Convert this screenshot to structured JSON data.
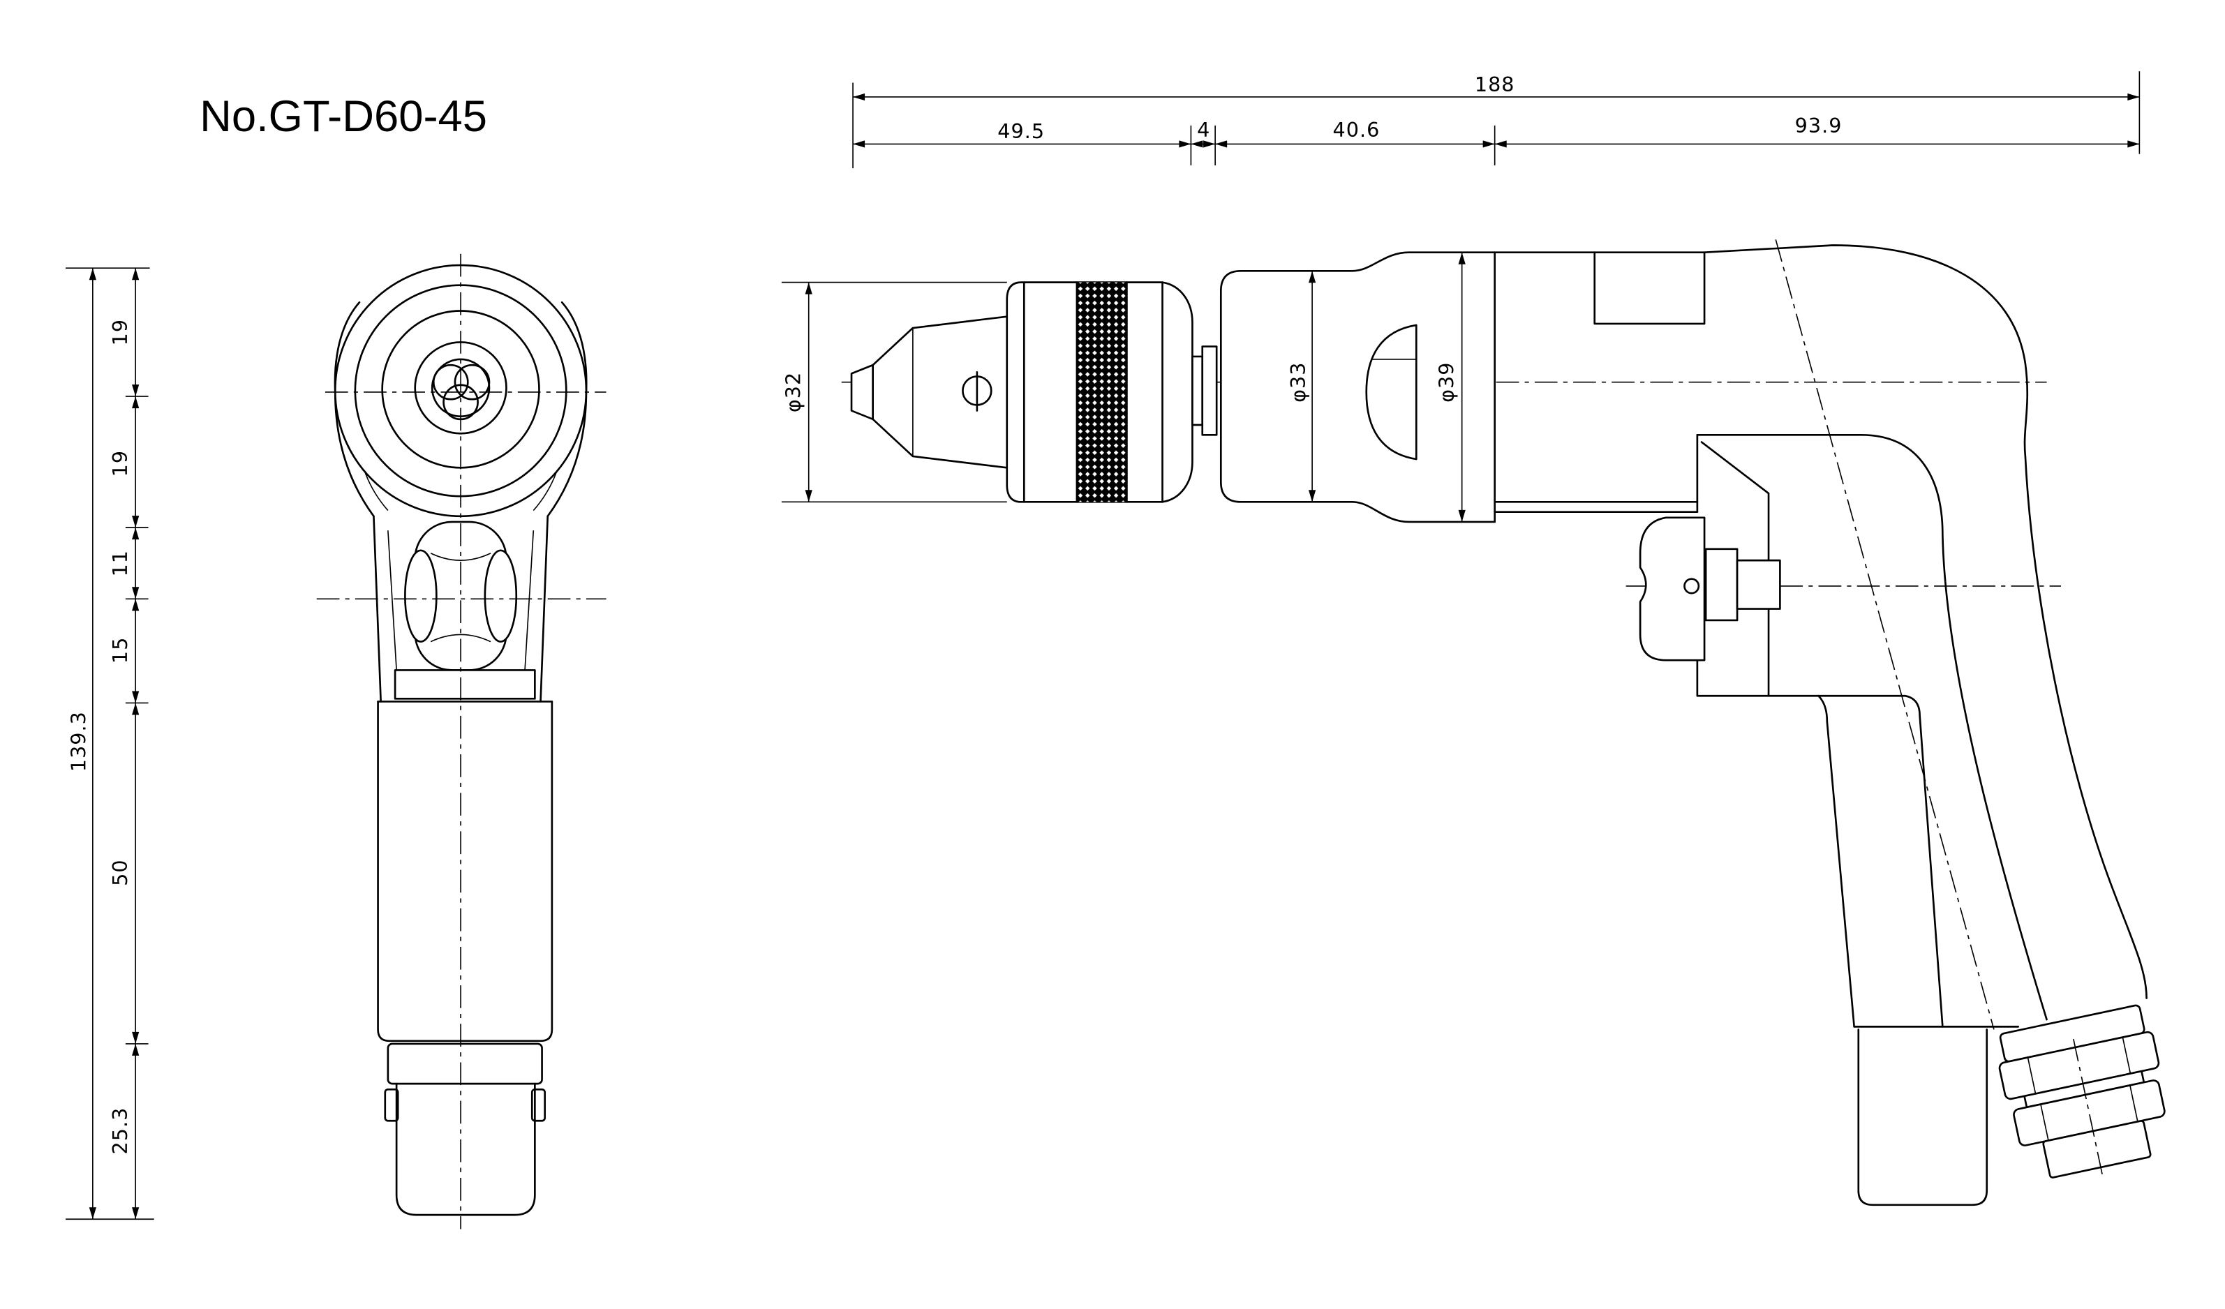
{
  "title": "No.GT-D60-45",
  "top_dims": {
    "overall": "188",
    "chuck": "49.5",
    "gap": "4",
    "body": "40.6",
    "handle": "93.9"
  },
  "diameters": {
    "chuck": "φ32",
    "nose": "φ33",
    "housing": "φ39"
  },
  "side_dims": {
    "total": "139.3",
    "seg1": "19",
    "seg2": "19",
    "seg3": "11",
    "seg4": "15",
    "seg5": "50",
    "seg6": "25.3"
  },
  "colors": {
    "line": "#000000",
    "background": "#ffffff"
  }
}
